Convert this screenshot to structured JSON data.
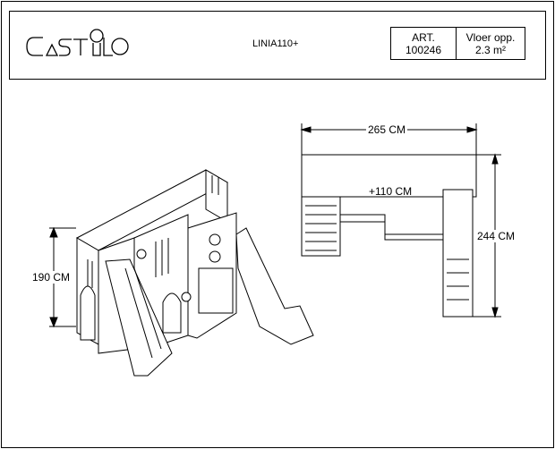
{
  "header": {
    "logo": "CASTILO",
    "product": "LINIA110+",
    "art_label": "ART.",
    "art_number": "100246",
    "floor_label": "Vloer opp.",
    "floor_value": "2.3 m²"
  },
  "drawing": {
    "height_label": "190 CM",
    "width_label": "265 CM",
    "depth_label": "244 CM",
    "platform_label": "+110 CM"
  }
}
